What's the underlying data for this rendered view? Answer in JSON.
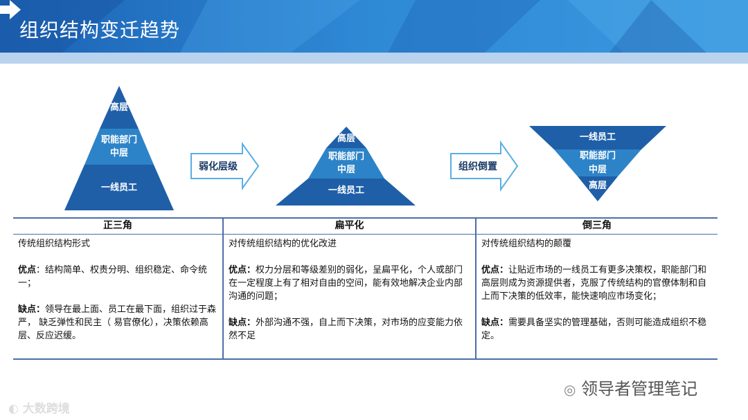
{
  "header": {
    "title": "组织结构变迁趋势",
    "next_icon": "arrow-right-icon"
  },
  "pyramids": {
    "upright": {
      "top": "高层",
      "middle_1": "职能部门",
      "middle_2": "中层",
      "bottom": "一线员工"
    },
    "flat": {
      "top": "高层",
      "middle_1": "职能部门",
      "middle_2": "中层",
      "bottom": "一线员工"
    },
    "inverted": {
      "top": "一线员工",
      "middle_1": "职能部门",
      "middle_2": "中层",
      "bottom": "高层"
    }
  },
  "steps": {
    "first": "弱化层级",
    "second": "组织倒置"
  },
  "table": {
    "columns": [
      {
        "header": "正三角",
        "intro": "传统组织结构形式",
        "pros_label": "优点",
        "pros": "：结构简单、权责分明、组织稳定、命令统一；",
        "cons_label": "缺点：",
        "cons": "领导在最上面、员工在最下面，组织过于森严， 缺乏弹性和民主（ 易官僚化），决策依赖高层、反应迟缓。"
      },
      {
        "header": "扁平化",
        "intro": "对传统组织结构的优化改进",
        "pros_label": "优点：",
        "pros": "权力分层和等级差别的弱化，呈扁平化，个人或部门在一定程度上有了相对自由的空间，能有效地解决企业内部沟通的问题；",
        "cons_label": "缺点：",
        "cons": "外部沟通不强，自上而下决策，对市场的应变能力依然不足"
      },
      {
        "header": "倒三角",
        "intro": "对传统组织结构的颠覆",
        "pros_label": "优点：",
        "pros": "让贴近市场的一线员工有更多决策权，职能部门和高层则成为资源提供者，克服了传统结构的官僚体制和自上而下决策的低效率，能快速响应市场变化；",
        "cons_label": "缺点：",
        "cons": "需要具备坚实的管理基础，否则可能造成组织不稳定。"
      }
    ]
  },
  "watermarks": {
    "right": "领导者管理笔记",
    "left": "大数跨境"
  },
  "colors": {
    "dark_blue": "#1f5fa8",
    "mid_blue": "#2d83c7",
    "light_blue": "#5aaee4"
  }
}
